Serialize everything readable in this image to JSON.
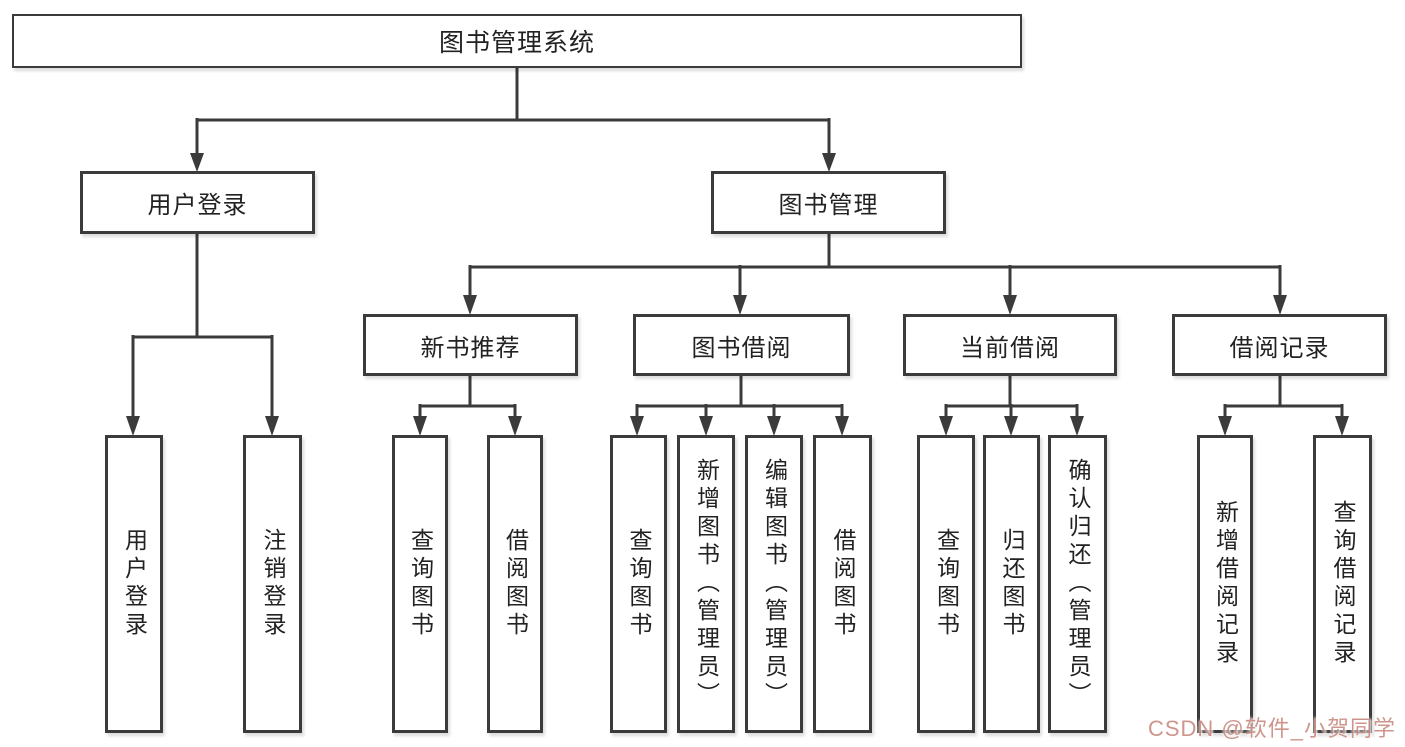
{
  "diagram": {
    "root": {
      "label": "图书管理系统"
    },
    "branches": [
      {
        "label": "用户登录",
        "children": [
          {
            "label": "用户登录"
          },
          {
            "label": "注销登录"
          }
        ]
      },
      {
        "label": "图书管理",
        "children": [
          {
            "label": "新书推荐",
            "children": [
              {
                "label": "查询图书"
              },
              {
                "label": "借阅图书"
              }
            ]
          },
          {
            "label": "图书借阅",
            "children": [
              {
                "label": "查询图书"
              },
              {
                "label": "新增图书（管理员）"
              },
              {
                "label": "编辑图书（管理员）"
              },
              {
                "label": "借阅图书"
              }
            ]
          },
          {
            "label": "当前借阅",
            "children": [
              {
                "label": "查询图书"
              },
              {
                "label": "归还图书"
              },
              {
                "label": "确认归还（管理员）"
              }
            ]
          },
          {
            "label": "借阅记录",
            "children": [
              {
                "label": "新增借阅记录"
              },
              {
                "label": "查询借阅记录"
              }
            ]
          }
        ]
      }
    ]
  },
  "watermark": {
    "text": "CSDN @软件_小贺同学"
  },
  "colors": {
    "line": "#3b3b3b",
    "text": "#222222",
    "background": "#ffffff",
    "watermark": "#c58278"
  }
}
